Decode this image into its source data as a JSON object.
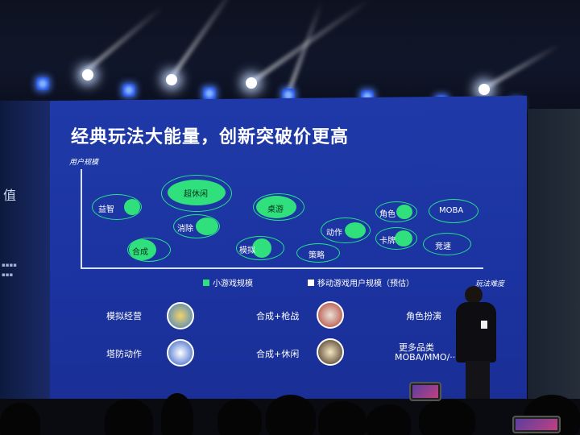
{
  "slide": {
    "title": "经典玩法大能量，创新突破价更高",
    "y_axis_label": "用户规模",
    "x_axis_label": "玩法难度",
    "legend": [
      {
        "label": "小游戏规模",
        "color": "#2fe07c"
      },
      {
        "label": "移动游戏用户规模（预估）",
        "color": "#ffffff"
      }
    ],
    "bubbles": [
      {
        "label": "益智"
      },
      {
        "label": "超休闲"
      },
      {
        "label": "消除"
      },
      {
        "label": "合成"
      },
      {
        "label": "桌游"
      },
      {
        "label": "模拟"
      },
      {
        "label": "策略"
      },
      {
        "label": "动作"
      },
      {
        "label": "角色"
      },
      {
        "label": "卡牌"
      },
      {
        "label": "MOBA"
      },
      {
        "label": "竞速"
      }
    ],
    "categories": [
      {
        "label": "模拟经营",
        "icon": "game-icon-simulation"
      },
      {
        "label": "合成+枪战",
        "icon": "game-icon-merge-shooter"
      },
      {
        "label": "角色扮演",
        "icon": ""
      },
      {
        "label": "塔防动作",
        "icon": "game-icon-tower-defense"
      },
      {
        "label": "合成+休闲",
        "icon": "game-icon-merge-casual"
      },
      {
        "label": "更多品类",
        "icon": ""
      },
      {
        "label": "MOBA/MMO/···",
        "icon": ""
      }
    ]
  },
  "side_panel": {
    "partial_text": "值"
  },
  "colors": {
    "screen": "#1f3aa8",
    "accent": "#2fe07c",
    "axis": "#d7e2ff"
  }
}
